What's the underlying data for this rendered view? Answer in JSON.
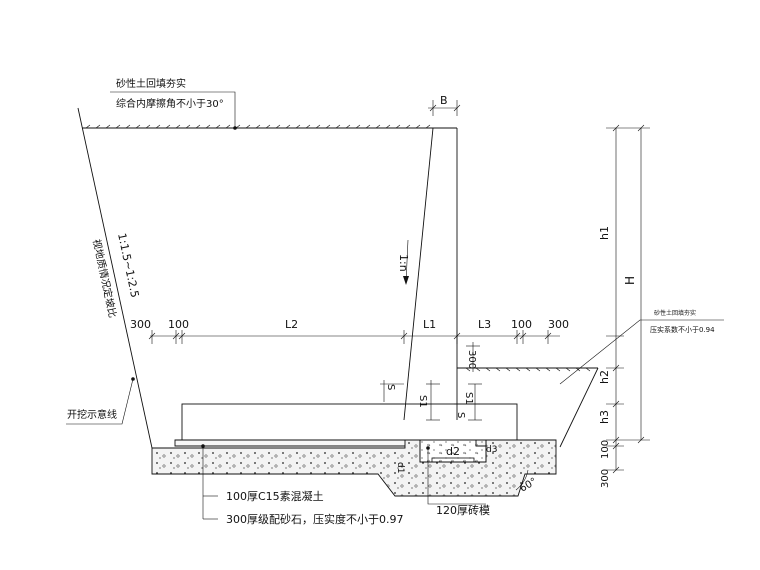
{
  "annotations": {
    "backfill_sandy_soil": "砂性土回填夯实",
    "inner_friction_angle": "综合内摩擦角不小于30°",
    "slope_ratio": "1:1.5~1:2.5",
    "slope_note": "视地质情况定坡比",
    "excavation_line": "开挖示意线",
    "right_backfill": "砂性土回填夯实",
    "right_compaction": "压实系数不小于0.94",
    "concrete_layer": "100厚C15素混凝土",
    "gravel_layer": "300厚级配砂石，压实度不小于0.97",
    "brick_mold": "120厚砖模",
    "slope_n": "1:n"
  },
  "dimensions": {
    "B": "B",
    "left_300": "300",
    "left_100": "100",
    "L2": "L2",
    "L1": "L1",
    "L3": "L3",
    "right_100": "100",
    "right_300": "300",
    "top_300": "300",
    "S_1": "S",
    "S1_1": "S1",
    "S1_2": "S1",
    "S_2": "S",
    "h1": "h1",
    "H": "H",
    "h2": "h2",
    "h3": "h3",
    "bottom_100": "100",
    "bottom_300": "300",
    "d1": "d1",
    "d2": "d2",
    "d3": "d3",
    "angle_60": "60°"
  }
}
